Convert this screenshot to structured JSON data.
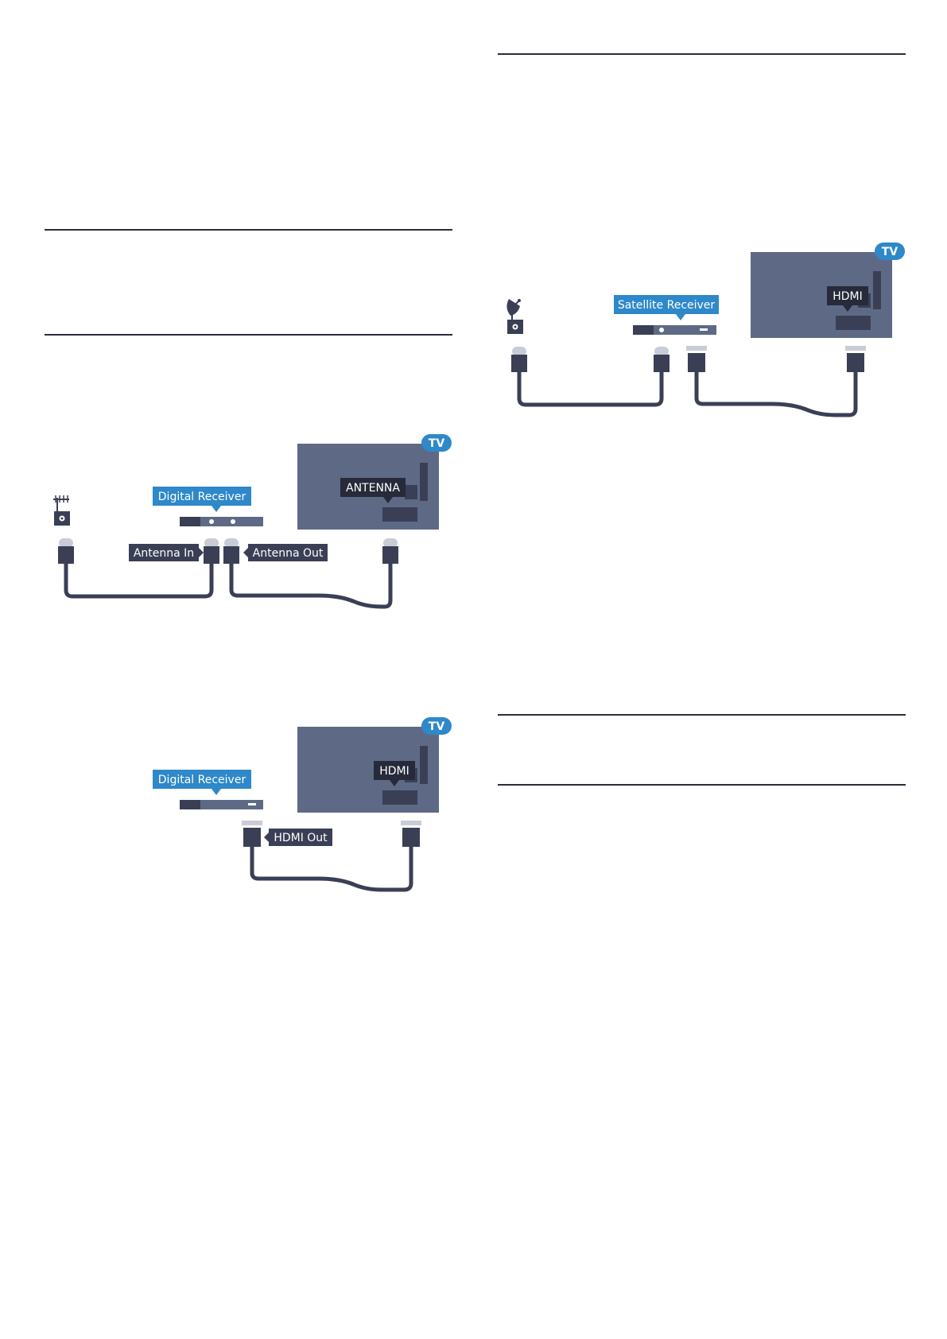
{
  "colors": {
    "tv_body": "#5e6a85",
    "tv_dark": "#3a3f55",
    "device_blue": "#2e88c9",
    "cable": "#3a3f55",
    "label_dark": "#3a3f55",
    "connector_gray": "#c9ccd6",
    "rule": "#2a2d3a"
  },
  "diagram_antenna": {
    "tv_badge": "TV",
    "tv_port_label": "ANTENNA",
    "device_label": "Digital Receiver",
    "port_in_label": "Antenna In",
    "port_out_label": "Antenna Out",
    "source_icon": "antenna-icon"
  },
  "diagram_hdmi": {
    "tv_badge": "TV",
    "tv_port_label": "HDMI",
    "device_label": "Digital Receiver",
    "port_out_label": "HDMI Out"
  },
  "diagram_satellite": {
    "tv_badge": "TV",
    "tv_port_label": "HDMI",
    "device_label": "Satellite Receiver",
    "source_icon": "satellite-dish-icon"
  }
}
